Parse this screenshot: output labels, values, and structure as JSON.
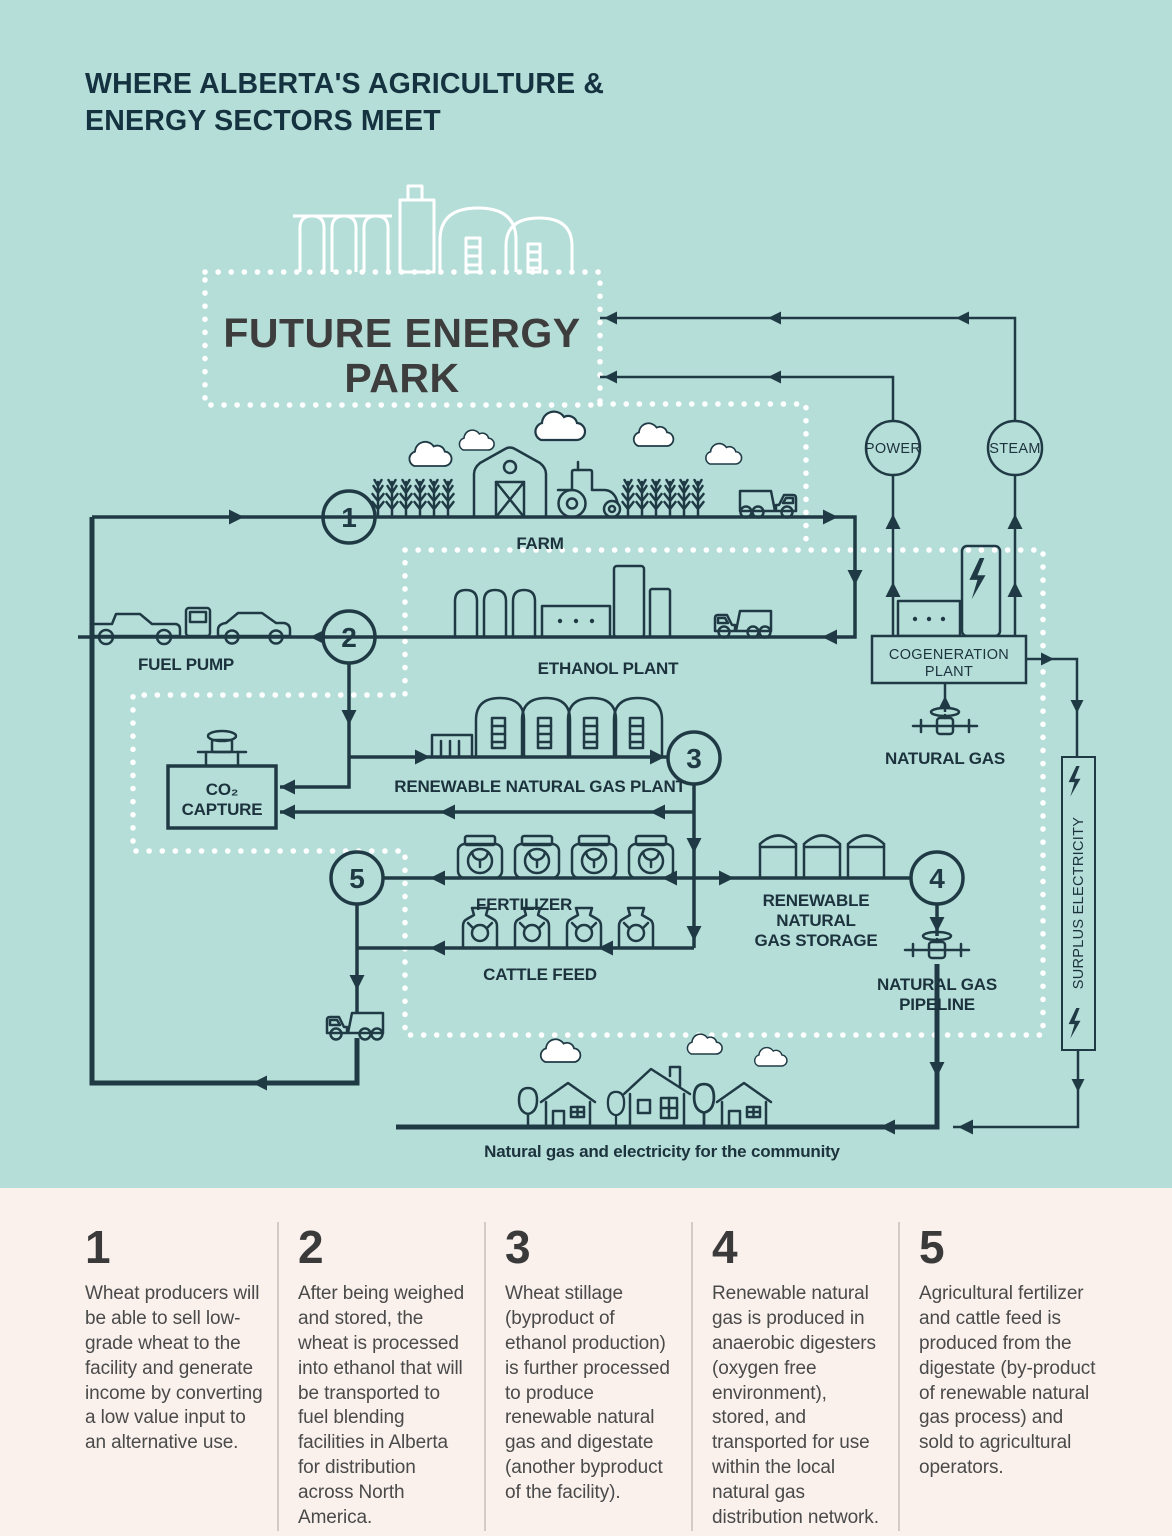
{
  "title": {
    "line1": "WHERE ALBERTA'S AGRICULTURE &",
    "line2": "ENERGY SECTORS MEET"
  },
  "park": {
    "line1": "FUTURE ENERGY",
    "line2": "PARK"
  },
  "labels": {
    "farm": "FARM",
    "fuel_pump": "FUEL PUMP",
    "ethanol_plant": "ETHANOL PLANT",
    "rng_plant": "RENEWABLE NATURAL GAS PLANT",
    "co2_line1": "CO₂",
    "co2_line2": "CAPTURE",
    "fertilizer": "FERTILIZER",
    "cattle_feed": "CATTLE FEED",
    "rng_storage_line1": "RENEWABLE",
    "rng_storage_line2": "NATURAL",
    "rng_storage_line3": "GAS STORAGE",
    "natural_gas": "NATURAL GAS",
    "ng_pipeline_line1": "NATURAL GAS",
    "ng_pipeline_line2": "PIPELINE",
    "cogeneration_line1": "COGENERATION",
    "cogeneration_line2": "PLANT",
    "power": "POWER",
    "steam": "STEAM",
    "surplus_electricity": "SURPLUS ELECTRICITY",
    "community": "Natural gas and electricity for the community"
  },
  "steps": [
    {
      "num": "1",
      "text": "Wheat producers will be able to sell low-grade wheat to the facility and generate income by converting a low value input to an alternative use."
    },
    {
      "num": "2",
      "text": "After being weighed and stored, the wheat is processed into ethanol that will be transported to fuel blending facilities in Alberta for distribution across North America."
    },
    {
      "num": "3",
      "text": "Wheat stillage (byproduct of ethanol production) is further processed to produce renewable natural gas and digestate (another byproduct of the facility)."
    },
    {
      "num": "4",
      "text": "Renewable natural gas is produced in anaerobic digesters (oxygen free environment), stored, and transported for use within the local natural gas distribution network."
    },
    {
      "num": "5",
      "text": "Agricultural fertilizer and cattle feed is produced from the digestate (by-product of renewable natural gas process) and sold to agricultural operators."
    }
  ],
  "colors": {
    "background": "#b6ded9",
    "ink": "#203a45",
    "title": "#14323f",
    "dotted_line": "#ffffff",
    "panel": "#faf1ed",
    "step_text": "#4a4a4a",
    "park_text": "#3d3d3d"
  }
}
